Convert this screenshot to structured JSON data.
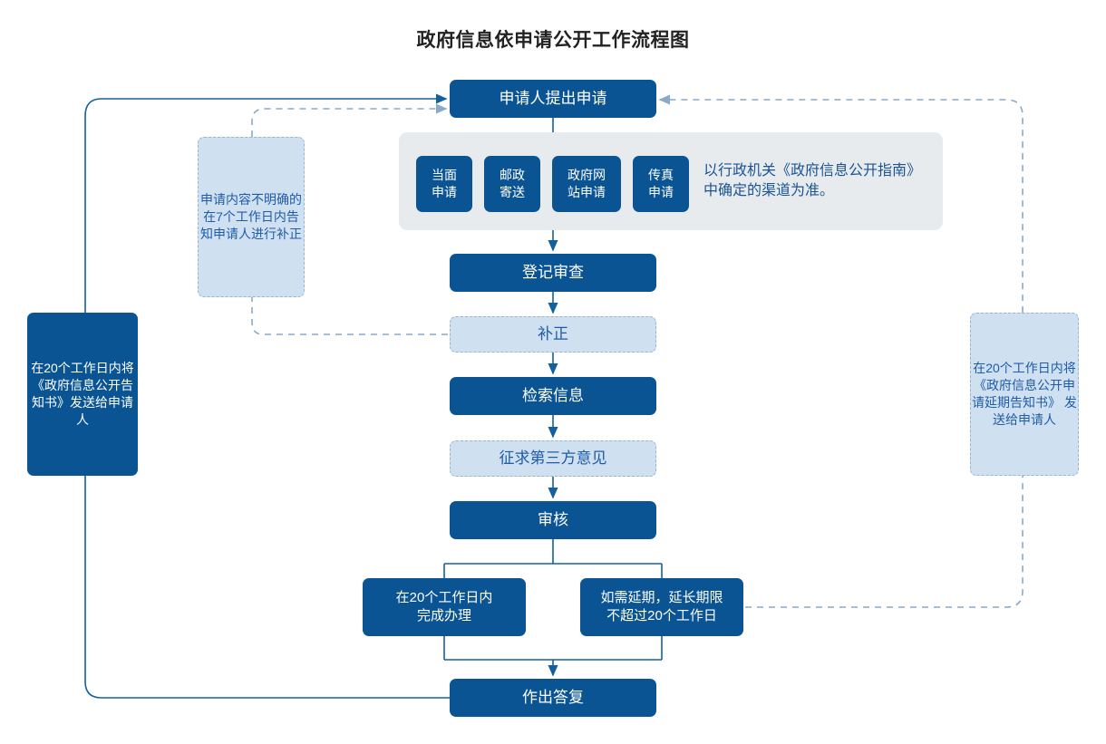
{
  "title": "政府信息依申请公开工作流程图",
  "colors": {
    "dark_blue": "#0a5494",
    "light_blue": "#cfe0f1",
    "panel_grey": "#e7ebee",
    "light_text": "#1f5ca8",
    "wire_solid": "#12619e",
    "wire_dashed": "#8aaac9"
  },
  "nodes": {
    "apply": "申请人提出申请",
    "channels": [
      "当面\n申请",
      "邮政\n寄送",
      "政府网\n站申请",
      "传真\n申请"
    ],
    "channel_note": "以行政机关《政府信息公开指南》\n中确定的渠道为准。",
    "register": "登记审查",
    "supplement": "补正",
    "retrieve": "检索信息",
    "third_party": "征求第三方意见",
    "review": "审核",
    "on_time": "在20个工作日内\n完成办理",
    "extension": "如需延期，延长期限\n不超过20个工作日",
    "reply": "作出答复"
  },
  "annotations": {
    "correct_note": "申请内容不明确的在7个工作日内告知申请人进行补正",
    "left_notice": "在20个工作日内将《政府信息公开告知书》发送给申请人",
    "right_notice": "在20个工作日内将《政府信息公开申请延期告知书》 发送给申请人"
  }
}
